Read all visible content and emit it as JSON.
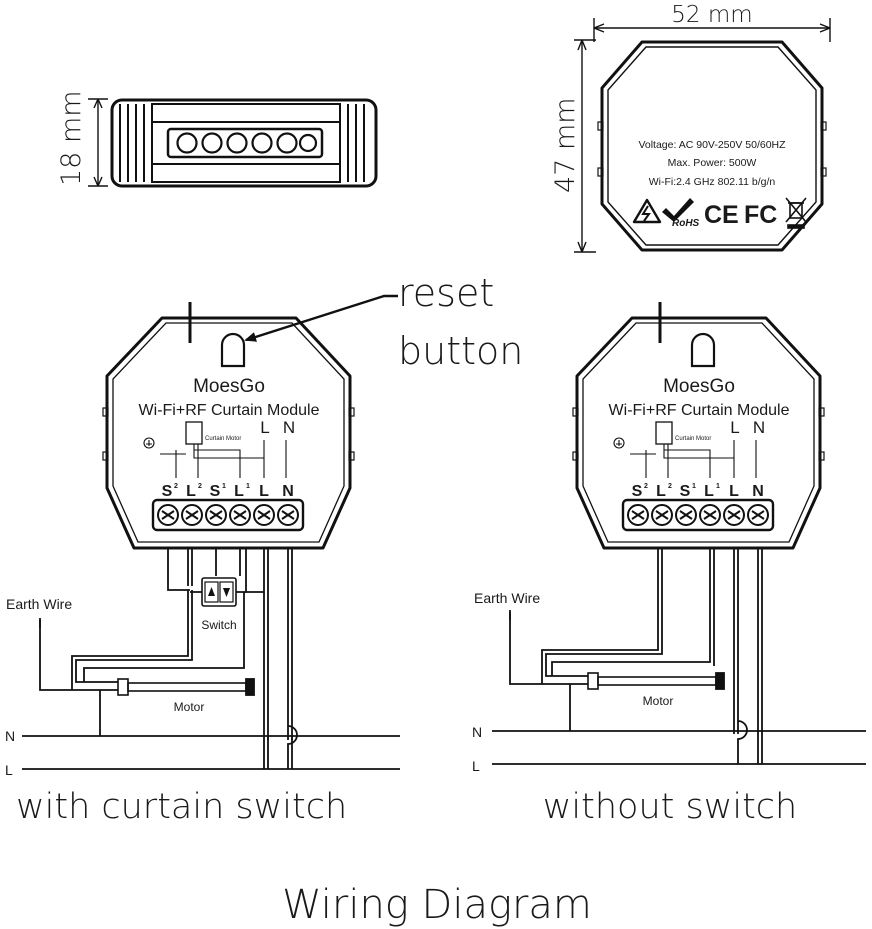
{
  "dimensions": {
    "width": "52 mm",
    "height": "47 mm",
    "depth": "18 mm"
  },
  "spec_label": {
    "voltage": "Voltage: AC 90V-250V   50/60HZ",
    "power": "Max. Power: 500W",
    "wifi": "Wi-Fi:2.4 GHz    802.11 b/g/n",
    "cert_rohs": "RoHS",
    "cert_ce": "CE",
    "cert_fc": "FC"
  },
  "reset_button": {
    "line1": "reset",
    "line2": "button"
  },
  "module": {
    "brand": "MoesGo",
    "model": "Wi-Fi+RF Curtain Module",
    "top_L": "L",
    "top_N": "N",
    "curtain_motor": "Curtain Motor",
    "terminals": [
      {
        "main": "S",
        "sup": "2"
      },
      {
        "main": "L",
        "sup": "2"
      },
      {
        "main": "S",
        "sup": "1"
      },
      {
        "main": "L",
        "sup": "1"
      },
      {
        "main": "L",
        "sup": ""
      },
      {
        "main": "N",
        "sup": ""
      }
    ]
  },
  "wiring": {
    "earth_wire": "Earth Wire",
    "switch": "Switch",
    "motor": "Motor",
    "neutral": "N",
    "live": "L"
  },
  "captions": {
    "left": "with curtain switch",
    "right": "without switch",
    "title": "Wiring Diagram"
  }
}
